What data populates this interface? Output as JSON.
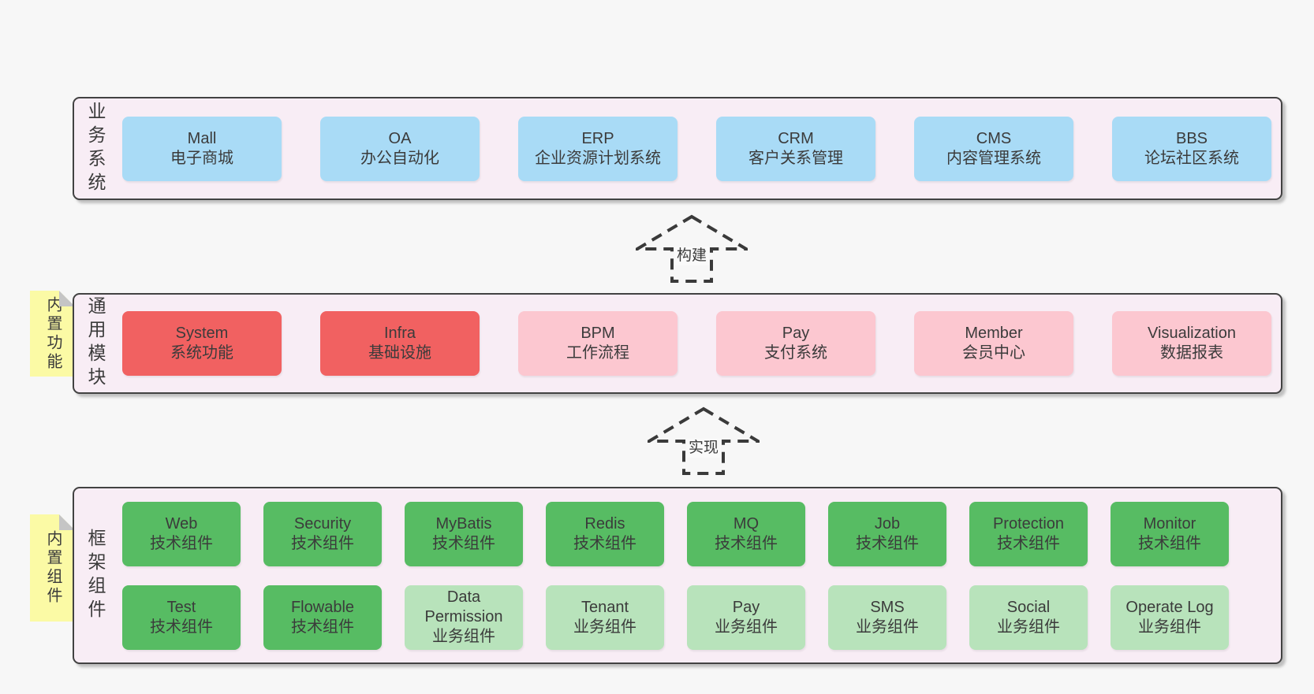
{
  "page": {
    "background": "#f7f7f7"
  },
  "colors": {
    "band_background": "#f8edf5",
    "band_border": "#424242",
    "blue_box": "#a9dbf6",
    "red_box": "#f16161",
    "pink_box": "#fcc7d0",
    "green_dark_box": "#57bc63",
    "green_light_box": "#b8e3bb",
    "sticky_note": "#fbfaa5",
    "note_fold": "#c5c5c5",
    "text": "#3b3b3b"
  },
  "arrows": [
    {
      "label": "构建"
    },
    {
      "label": "实现"
    }
  ],
  "bands": [
    {
      "label": "业务系统",
      "rows": [
        [
          {
            "title": "Mall",
            "subtitle": "电子商城"
          },
          {
            "title": "OA",
            "subtitle": "办公自动化"
          },
          {
            "title": "ERP",
            "subtitle": "企业资源计划系统"
          },
          {
            "title": "CRM",
            "subtitle": "客户关系管理"
          },
          {
            "title": "CMS",
            "subtitle": "内容管理系统"
          },
          {
            "title": "BBS",
            "subtitle": "论坛社区系统"
          }
        ]
      ]
    },
    {
      "label": "通用模块",
      "note": "内置功能",
      "rows": [
        [
          {
            "title": "System",
            "subtitle": "系统功能"
          },
          {
            "title": "Infra",
            "subtitle": "基础设施"
          },
          {
            "title": "BPM",
            "subtitle": "工作流程"
          },
          {
            "title": "Pay",
            "subtitle": "支付系统"
          },
          {
            "title": "Member",
            "subtitle": "会员中心"
          },
          {
            "title": "Visualization",
            "subtitle": "数据报表"
          }
        ]
      ]
    },
    {
      "label": "框架组件",
      "note": "内置组件",
      "rows": [
        [
          {
            "title": "Web",
            "subtitle": "技术组件"
          },
          {
            "title": "Security",
            "subtitle": "技术组件"
          },
          {
            "title": "MyBatis",
            "subtitle": "技术组件"
          },
          {
            "title": "Redis",
            "subtitle": "技术组件"
          },
          {
            "title": "MQ",
            "subtitle": "技术组件"
          },
          {
            "title": "Job",
            "subtitle": "技术组件"
          },
          {
            "title": "Protection",
            "subtitle": "技术组件"
          },
          {
            "title": "Monitor",
            "subtitle": "技术组件"
          }
        ],
        [
          {
            "title": "Test",
            "subtitle": "技术组件"
          },
          {
            "title": "Flowable",
            "subtitle": "技术组件"
          },
          {
            "title": "Data Permission",
            "subtitle": "业务组件"
          },
          {
            "title": "Tenant",
            "subtitle": "业务组件"
          },
          {
            "title": "Pay",
            "subtitle": "业务组件"
          },
          {
            "title": "SMS",
            "subtitle": "业务组件"
          },
          {
            "title": "Social",
            "subtitle": "业务组件"
          },
          {
            "title": "Operate Log",
            "subtitle": "业务组件"
          }
        ]
      ]
    }
  ]
}
